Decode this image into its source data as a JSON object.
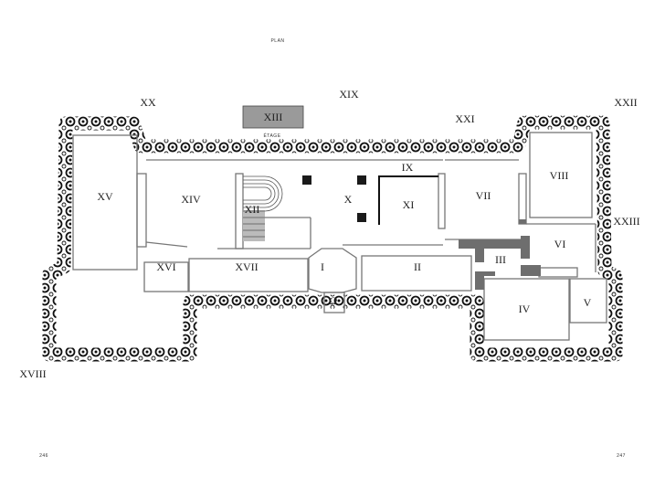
{
  "header": {
    "title": "PLAN",
    "floor_label": "ÉTAGE"
  },
  "footer": {
    "page_left": "246",
    "page_right": "247"
  },
  "outside_labels": {
    "xviii": "XVIII",
    "xix": "XIX",
    "xx": "XX",
    "xxi": "XXI",
    "xxii": "XXII",
    "xxiii": "XXIII"
  },
  "rooms": {
    "r1": "I",
    "r2": "II",
    "r3": "III",
    "r4": "IV",
    "r5": "V",
    "r6": "VI",
    "r7": "VII",
    "r8": "VIII",
    "r9": "IX",
    "r10": "X",
    "r11": "XI",
    "r12": "XII",
    "r13": "XIII",
    "r14": "XIV",
    "r15": "XV",
    "r16": "XVI",
    "r17": "XVII",
    "omega": "Ω"
  },
  "colors": {
    "border": "#1a1a1a",
    "walls": "#777777",
    "dark_walls": "#6e6e6e",
    "floor_box": "#9a9a9a",
    "pillars": "#1a1a1a"
  }
}
